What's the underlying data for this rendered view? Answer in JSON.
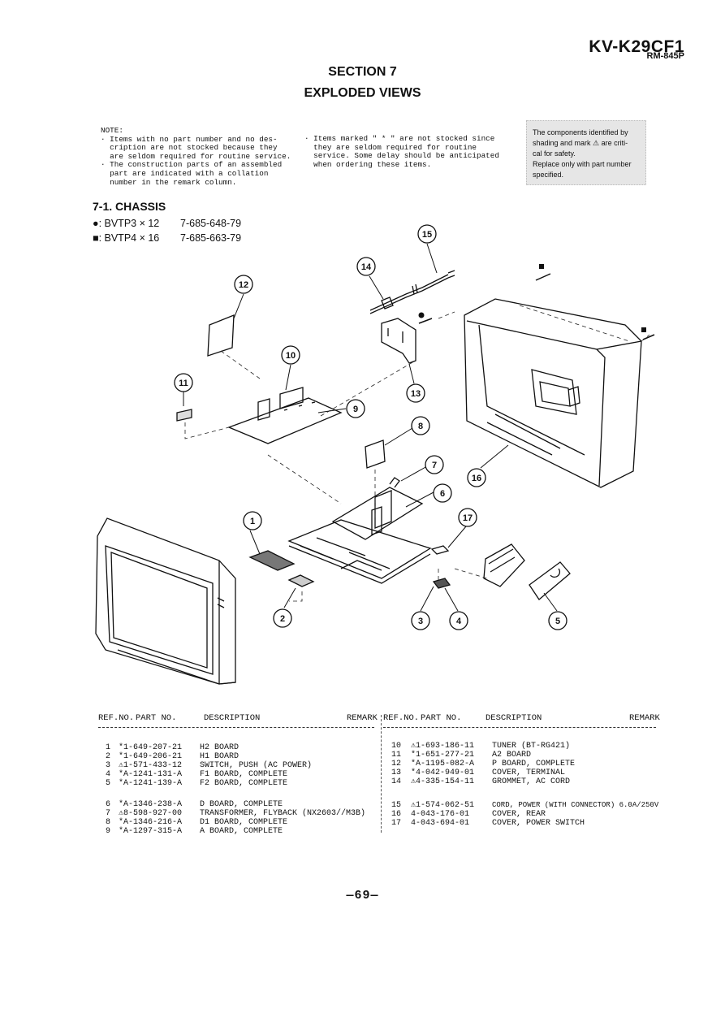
{
  "header": {
    "model": "KV-K29CF1",
    "remote": "RM-845P"
  },
  "section": {
    "line1": "SECTION 7",
    "line2": "EXPLODED VIEWS"
  },
  "notes": {
    "label": "NOTE:",
    "col1": [
      "· Items with no part number and no des-",
      "  cription are not stocked because they",
      "  are seldom required for routine service.",
      "· The construction parts of an assembled",
      "  part are indicated with a collation",
      "  number in the remark column."
    ],
    "col2": [
      "· Items marked \" * \" are not stocked since",
      "  they are seldom required for routine",
      "  service. Some delay should be anticipated",
      "  when ordering these items."
    ],
    "safety": [
      "The components identified by",
      "shading and mark ⚠ are criti-",
      "cal for safety.",
      "Replace only with part number",
      "specified."
    ]
  },
  "chassis": {
    "title": "7-1.  CHASSIS",
    "screws": [
      {
        "symbol": "●",
        "name": ": BVTP3 × 12",
        "code": "7-685-648-79"
      },
      {
        "symbol": "■",
        "name": ": BVTP4 × 16",
        "code": "7-685-663-79"
      }
    ]
  },
  "callouts": [
    "1",
    "2",
    "3",
    "4",
    "5",
    "6",
    "7",
    "8",
    "9",
    "10",
    "11",
    "12",
    "13",
    "14",
    "15",
    "16",
    "17"
  ],
  "table": {
    "headers": {
      "ref": "REF.NO.",
      "part": "PART NO.",
      "desc": "DESCRIPTION",
      "remark": "REMARK"
    },
    "left": [
      {
        "ref": "1",
        "part": "*1-649-207-21",
        "desc": "H2 BOARD",
        "remark": ""
      },
      {
        "ref": "2",
        "part": "*1-649-206-21",
        "desc": "H1 BOARD",
        "remark": ""
      },
      {
        "ref": "3",
        "part": "⚠1-571-433-12",
        "desc": "SWITCH, PUSH (AC POWER)",
        "remark": ""
      },
      {
        "ref": "4",
        "part": "*A-1241-131-A",
        "desc": "F1 BOARD, COMPLETE",
        "remark": ""
      },
      {
        "ref": "5",
        "part": "*A-1241-139-A",
        "desc": "F2 BOARD, COMPLETE",
        "remark": ""
      },
      {
        "ref": "6",
        "part": "*A-1346-238-A",
        "desc": "D BOARD, COMPLETE",
        "remark": ""
      },
      {
        "ref": "7",
        "part": "⚠8-598-927-00",
        "desc": "TRANSFORMER, FLYBACK (NX2603//M3B)",
        "remark": ""
      },
      {
        "ref": "8",
        "part": "*A-1346-216-A",
        "desc": "D1 BOARD, COMPLETE",
        "remark": ""
      },
      {
        "ref": "9",
        "part": "*A-1297-315-A",
        "desc": "A BOARD, COMPLETE",
        "remark": ""
      }
    ],
    "right": [
      {
        "ref": "10",
        "part": "⚠1-693-186-11",
        "desc": "TUNER (BT-RG421)",
        "remark": ""
      },
      {
        "ref": "11",
        "part": "*1-651-277-21",
        "desc": "A2 BOARD",
        "remark": ""
      },
      {
        "ref": "12",
        "part": "*A-1195-082-A",
        "desc": "P BOARD, COMPLETE",
        "remark": ""
      },
      {
        "ref": "13",
        "part": "*4-042-949-01",
        "desc": "COVER, TERMINAL",
        "remark": ""
      },
      {
        "ref": "14",
        "part": "⚠4-335-154-11",
        "desc": "GROMMET, AC CORD",
        "remark": ""
      },
      {
        "ref": "15",
        "part": "⚠1-574-062-51",
        "desc": "CORD, POWER (WITH CONNECTOR) 6.0A/250V",
        "remark": ""
      },
      {
        "ref": "16",
        "part": "4-043-176-01",
        "desc": "COVER, REAR",
        "remark": ""
      },
      {
        "ref": "17",
        "part": "4-043-694-01",
        "desc": "COVER, POWER SWITCH",
        "remark": ""
      }
    ]
  },
  "footer": {
    "page": "—69—"
  }
}
